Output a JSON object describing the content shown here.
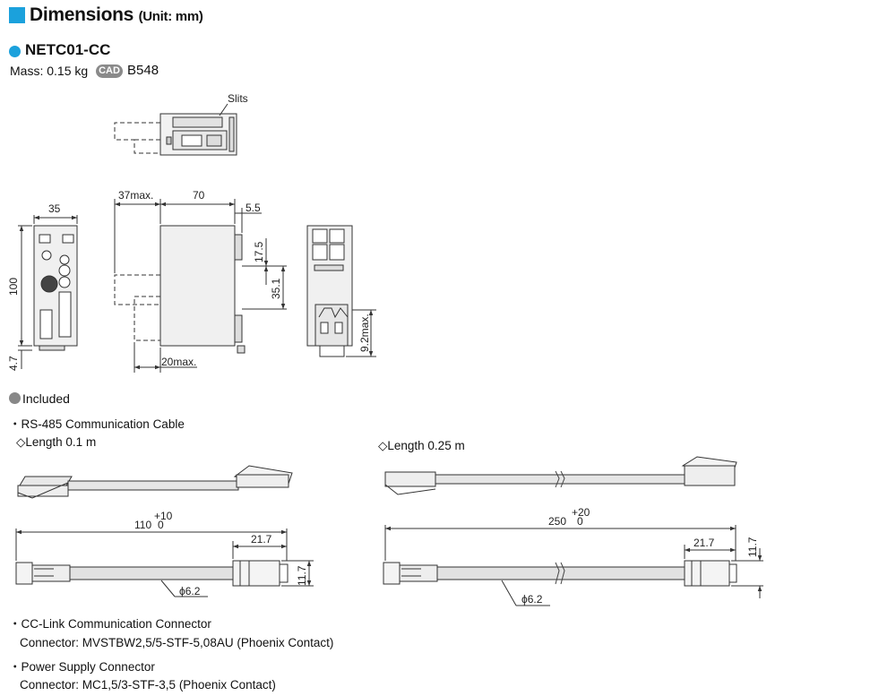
{
  "header": {
    "title": "Dimensions",
    "unit": "(Unit: mm)"
  },
  "model": {
    "name": "NETC01-CC",
    "mass": "Mass: 0.15 kg",
    "cad_badge": "CAD",
    "cad_code": "B548"
  },
  "drawing": {
    "slits_label": "Slits",
    "dims": {
      "width_35": "35",
      "max_37": "37max.",
      "depth_70": "70",
      "depth_5_5": "5.5",
      "height_100": "100",
      "height_4_7": "4.7",
      "d_17_5": "17.5",
      "d_35_1": "35.1",
      "max_20": "20max.",
      "max_9_2": "9.2max."
    }
  },
  "included": {
    "heading": "Included",
    "rs485": {
      "label": "・RS-485 Communication Cable",
      "short": {
        "length_label": "◇Length 0.1 m",
        "len": "110",
        "tol_plus": "+10",
        "tol_minus": "0",
        "d_21_7": "21.7",
        "d_11_7": "11.7",
        "phi": "ϕ6.2"
      },
      "long": {
        "length_label": "◇Length 0.25 m",
        "len": "250",
        "tol_plus": "+20",
        "tol_minus": "0",
        "d_21_7": "21.7",
        "d_11_7": "11.7",
        "phi": "ϕ6.2"
      }
    },
    "cc_link": {
      "label": "・CC-Link Communication Connector",
      "connector": "Connector: MVSTBW2,5/5-STF-5,08AU (Phoenix Contact)"
    },
    "power": {
      "label": "・Power Supply Connector",
      "connector": "Connector: MC1,5/3-STF-3,5 (Phoenix Contact)"
    }
  }
}
